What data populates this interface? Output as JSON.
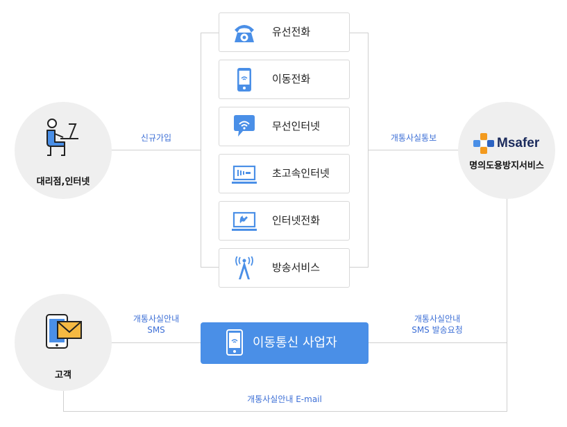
{
  "services": [
    {
      "label": "유선전화",
      "icon": "phone-icon"
    },
    {
      "label": "이동전화",
      "icon": "mobile-phone-icon"
    },
    {
      "label": "무선인터넷",
      "icon": "wireless-internet-icon"
    },
    {
      "label": "초고속인터넷",
      "icon": "broadband-icon"
    },
    {
      "label": "인터넷전화",
      "icon": "internet-phone-icon"
    },
    {
      "label": "방송서비스",
      "icon": "broadcast-tower-icon"
    }
  ],
  "nodes": {
    "agency": {
      "label": "대리점,인터넷",
      "icon": "person-at-desk-icon"
    },
    "msafer": {
      "logo_text": "Msafer",
      "label": "명의도용방지서비스",
      "icon": "msafer-logo-icon"
    },
    "customer": {
      "label": "고객",
      "icon": "tablet-mail-icon"
    }
  },
  "flows": {
    "signup": "신규가입",
    "notify": "개통사실통보",
    "guide_sms_line1": "개통사실안내",
    "guide_sms_line2": "SMS",
    "request_sms_line1": "개통사실안내",
    "request_sms_line2": "SMS 발송요청",
    "email": "개통사실안내 E-mail"
  },
  "operator": {
    "label": "이동통신 사업자",
    "icon": "mobile-phone-icon"
  },
  "colors": {
    "accent": "#4a8fe7",
    "flow_text": "#3d6fd6",
    "icon_blue": "#4a8fe7",
    "circle_bg": "#efefef"
  }
}
